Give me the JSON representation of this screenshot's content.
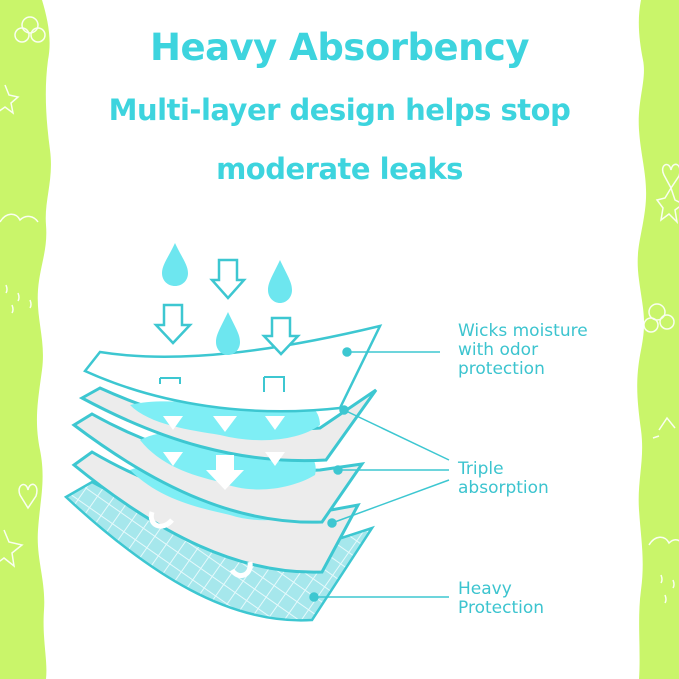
{
  "header": {
    "title": "Heavy Absorbency",
    "subtitle_line1": "Multi-layer design helps stop",
    "subtitle_line2": "moderate leaks"
  },
  "callouts": [
    {
      "id": "top-layer",
      "lines": [
        "Wicks moisture",
        "with odor",
        "protection"
      ]
    },
    {
      "id": "absorption-layers",
      "lines": [
        "Triple",
        "absorption"
      ]
    },
    {
      "id": "bottom-layer",
      "lines": [
        "Heavy",
        "Protection"
      ]
    }
  ],
  "diagram": {
    "layers": [
      "top sheet",
      "absorbent layer 1",
      "absorbent layer 2",
      "absorbent layer 3",
      "backing sheet"
    ],
    "icons": [
      "water-drop",
      "down-arrow",
      "curved-arrow"
    ]
  },
  "colors": {
    "accent": "#3dd4de",
    "border_green": "#c9f56a",
    "absorb_blue": "#7eeef5",
    "layer_gray": "#ececec"
  }
}
